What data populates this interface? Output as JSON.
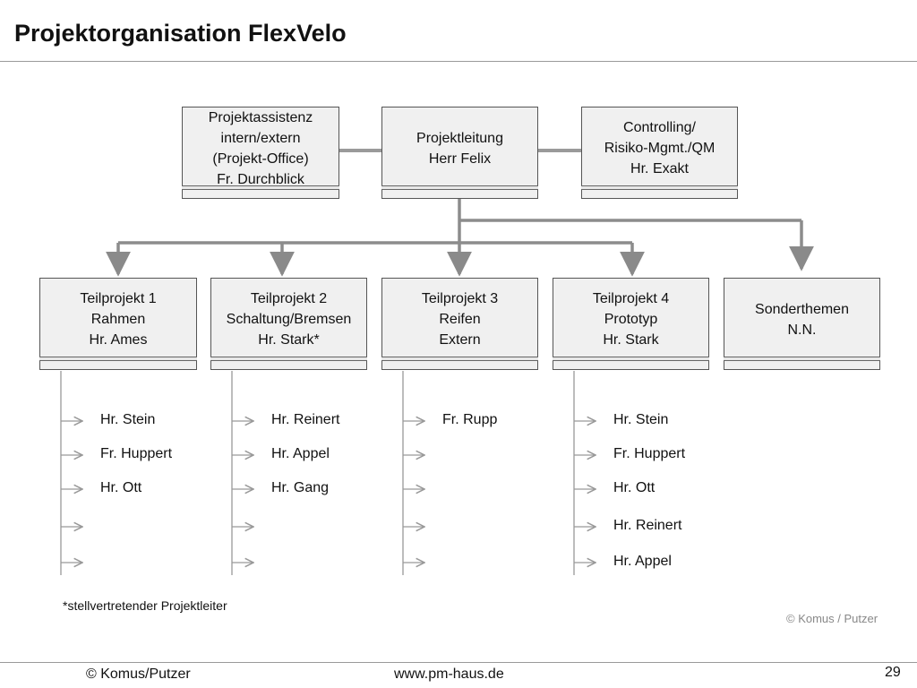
{
  "title": "Projektorganisation FlexVelo",
  "top_boxes": [
    {
      "lines": [
        "Projektassistenz",
        "intern/extern",
        "(Projekt-Office)",
        "Fr. Durchblick"
      ]
    },
    {
      "lines": [
        "Projektleitung",
        "Herr Felix"
      ]
    },
    {
      "lines": [
        "Controlling/",
        "Risiko-Mgmt./QM",
        "Hr. Exakt"
      ]
    }
  ],
  "subprojects": [
    {
      "lines": [
        "Teilprojekt 1",
        "Rahmen",
        "Hr. Ames"
      ],
      "members": [
        "Hr. Stein",
        "Fr. Huppert",
        "Hr. Ott",
        "",
        ""
      ]
    },
    {
      "lines": [
        "Teilprojekt 2",
        "Schaltung/Bremsen",
        "Hr. Stark*"
      ],
      "members": [
        "Hr. Reinert",
        "Hr. Appel",
        "Hr. Gang",
        "",
        ""
      ]
    },
    {
      "lines": [
        "Teilprojekt 3",
        "Reifen",
        "Extern"
      ],
      "members": [
        "Fr. Rupp",
        "",
        "",
        "",
        ""
      ]
    },
    {
      "lines": [
        "Teilprojekt 4",
        "Prototyp",
        "Hr. Stark"
      ],
      "members": [
        "Hr. Stein",
        "Fr. Huppert",
        "Hr. Ott",
        "Hr. Reinert",
        "Hr. Appel"
      ]
    },
    {
      "lines": [
        "Sonderthemen",
        "N.N."
      ],
      "members": []
    }
  ],
  "footnote": "*stellvertretender Projektleiter",
  "credit": "© Komus / Putzer",
  "footer": {
    "left": "© Komus/Putzer",
    "center": "www.pm-haus.de",
    "page_number": "29"
  }
}
